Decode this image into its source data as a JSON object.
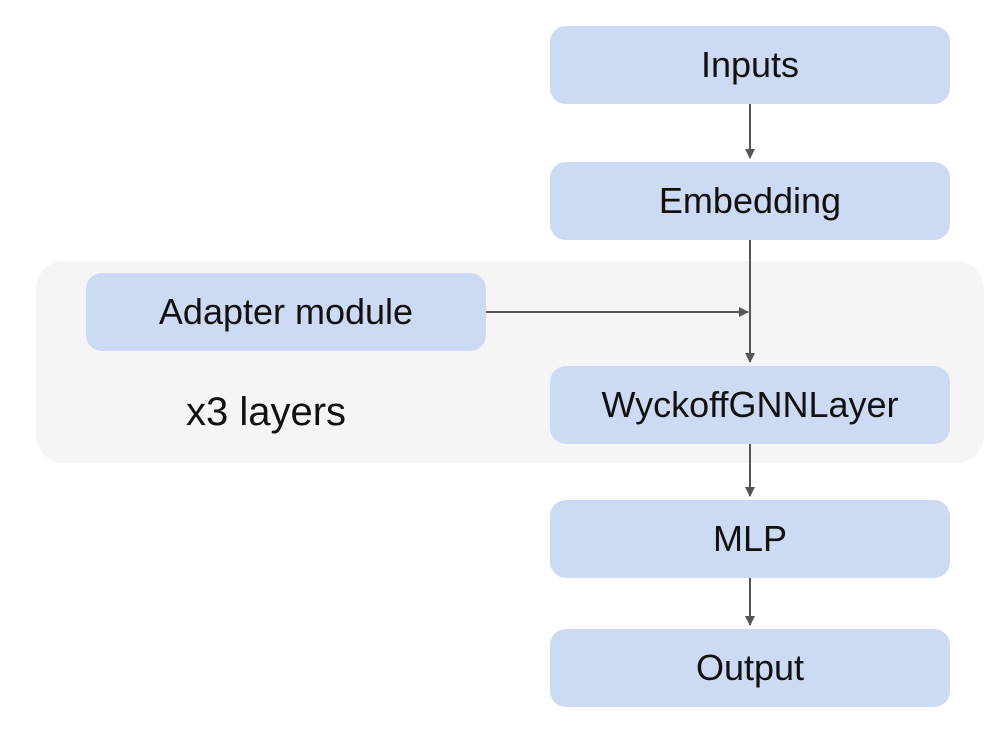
{
  "nodes": {
    "inputs": "Inputs",
    "embedding": "Embedding",
    "adapter": "Adapter module",
    "wyckoff": "WyckoffGNNLayer",
    "mlp": "MLP",
    "output": "Output"
  },
  "group": {
    "label": "x3 layers"
  },
  "edges": [
    {
      "from": "inputs",
      "to": "embedding"
    },
    {
      "from": "embedding",
      "to": "wyckoff"
    },
    {
      "from": "adapter",
      "to": "wyckoff"
    },
    {
      "from": "wyckoff",
      "to": "mlp"
    },
    {
      "from": "mlp",
      "to": "output"
    }
  ],
  "colors": {
    "node_fill": "#ccdaf3",
    "group_fill": "#f5f5f5",
    "edge": "#555555",
    "text": "#111111"
  }
}
